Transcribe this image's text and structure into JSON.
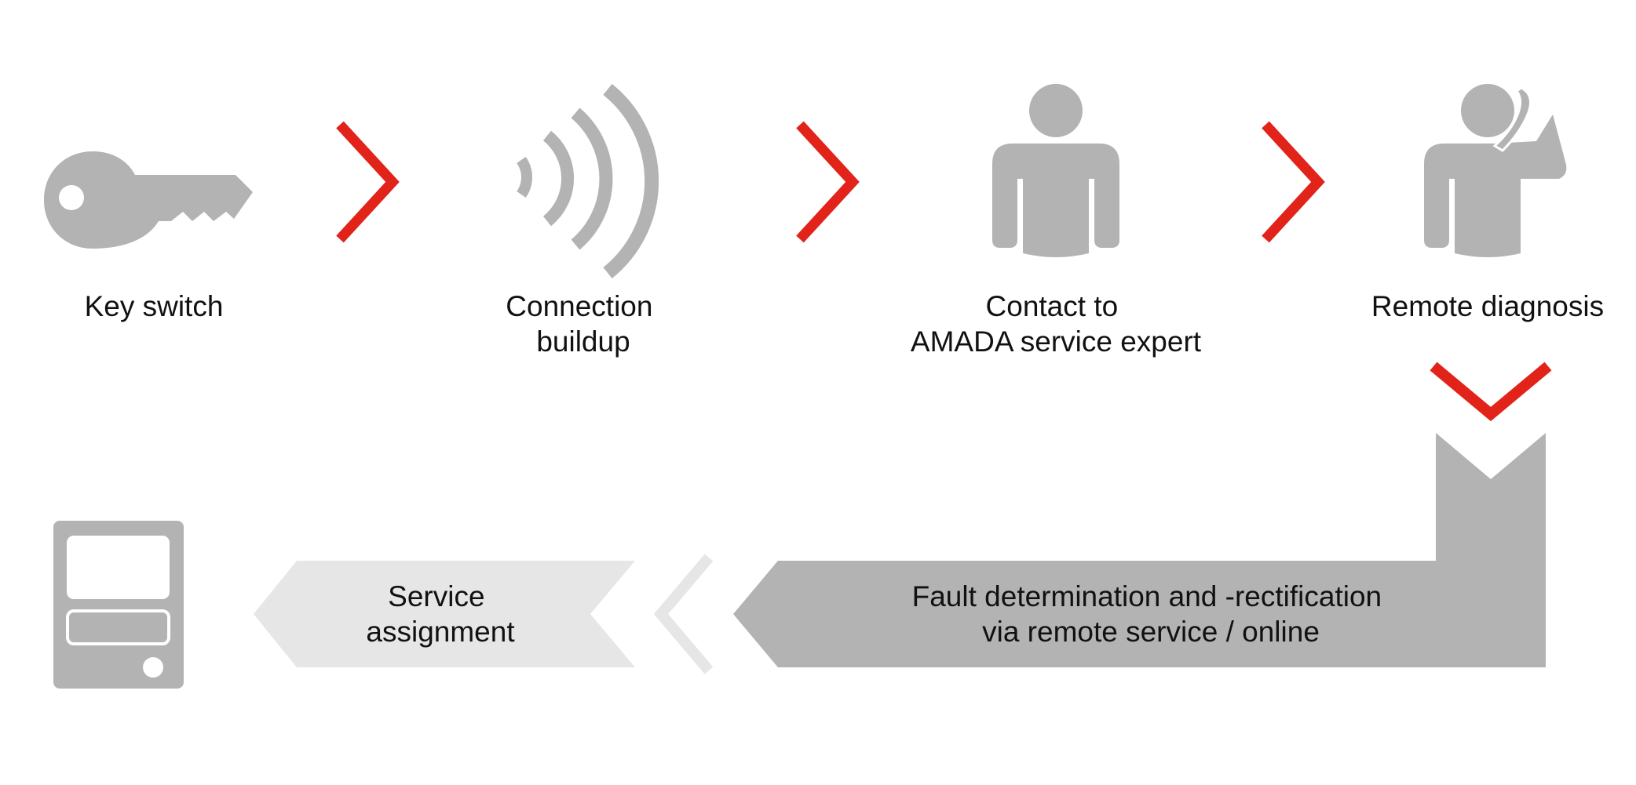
{
  "colors": {
    "icon_gray": "#b3b3b3",
    "light_gray": "#e6e6e6",
    "accent_red": "#e2231a",
    "text": "#111111",
    "background": "#ffffff"
  },
  "steps": [
    {
      "icon": "key-icon",
      "label_lines": [
        "Key switch"
      ]
    },
    {
      "icon": "signal-waves-icon",
      "label_lines": [
        "Connection",
        "buildup"
      ]
    },
    {
      "icon": "person-icon",
      "label_lines": [
        "Contact to",
        "AMADA service expert"
      ]
    },
    {
      "icon": "person-phone-icon",
      "label_lines": [
        "Remote diagnosis"
      ]
    }
  ],
  "bottom_flow": {
    "fault_label_lines": [
      "Fault determination and -rectification",
      "via remote service / online"
    ],
    "service_label_lines": [
      "Service",
      "assignment"
    ],
    "end_icon": "device-terminal-icon"
  }
}
